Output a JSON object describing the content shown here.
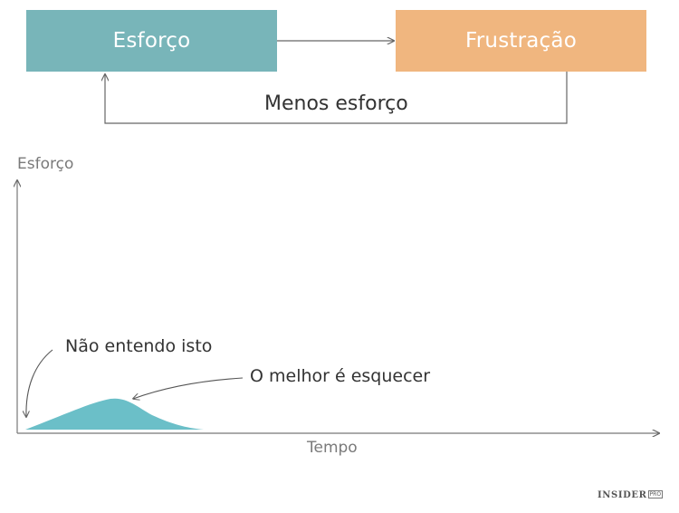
{
  "diagram": {
    "effort_box": {
      "label": "Esforço",
      "color": "#78b5b9"
    },
    "frustration_box": {
      "label": "Frustração",
      "color": "#f0b67f"
    },
    "loop_label": "Menos esforço",
    "arrow_color": "#666666"
  },
  "chart": {
    "y_axis_label": "Esforço",
    "x_axis_label": "Tempo",
    "curve_color": "#6bbfc8",
    "annotations": [
      {
        "text": "Não entendo isto"
      },
      {
        "text": "O melhor é esquecer"
      }
    ]
  },
  "chart_data": {
    "type": "area",
    "title": "",
    "xlabel": "Tempo",
    "ylabel": "Esforço",
    "note": "qualitative curve, no numeric axes",
    "points": [
      {
        "x": 0,
        "y": 0
      },
      {
        "x": 1,
        "y": 0.3
      },
      {
        "x": 2,
        "y": 0.55
      },
      {
        "x": 3,
        "y": 0.75
      },
      {
        "x": 4,
        "y": 0.85
      },
      {
        "x": 5,
        "y": 0.6
      },
      {
        "x": 6,
        "y": 0.3
      },
      {
        "x": 7,
        "y": 0.12
      },
      {
        "x": 8,
        "y": 0.03
      },
      {
        "x": 9,
        "y": 0
      }
    ]
  },
  "branding": {
    "logo_text": "INSIDER",
    "logo_sub": "PRO"
  }
}
